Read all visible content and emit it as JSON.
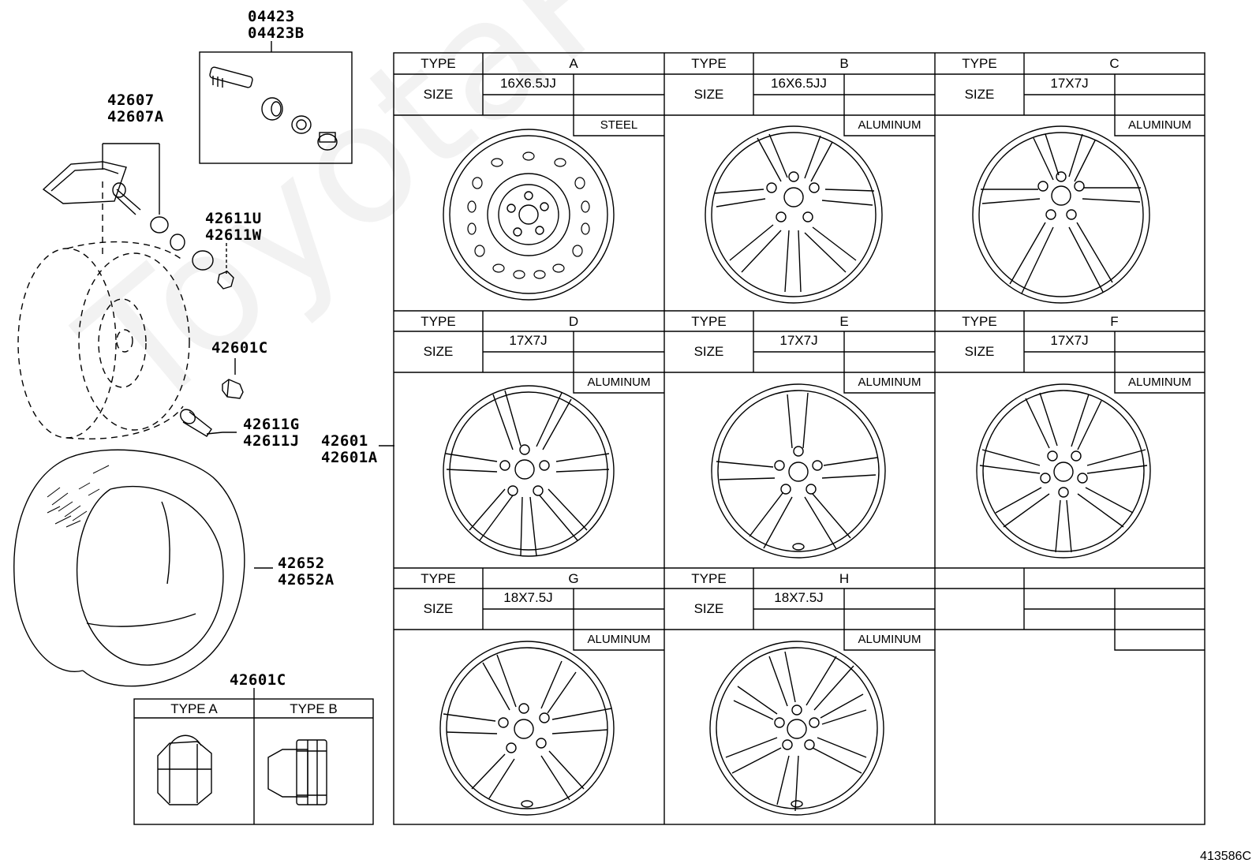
{
  "wheel_table": {
    "type_label": "TYPE",
    "size_label": "SIZE",
    "cells": [
      {
        "type": "A",
        "size": "16X6.5JJ",
        "material": "STEEL"
      },
      {
        "type": "B",
        "size": "16X6.5JJ",
        "material": "ALUMINUM"
      },
      {
        "type": "C",
        "size": "17X7J",
        "material": "ALUMINUM"
      },
      {
        "type": "D",
        "size": "17X7J",
        "material": "ALUMINUM"
      },
      {
        "type": "E",
        "size": "17X7J",
        "material": "ALUMINUM"
      },
      {
        "type": "F",
        "size": "17X7J",
        "material": "ALUMINUM"
      },
      {
        "type": "G",
        "size": "18X7.5J",
        "material": "ALUMINUM"
      },
      {
        "type": "H",
        "size": "18X7.5J",
        "material": "ALUMINUM"
      }
    ]
  },
  "parts": {
    "valve_kit": [
      "04423",
      "04423B"
    ],
    "pressure_sensor": [
      "42607",
      "42607A"
    ],
    "sensor_nut": [
      "42611U",
      "42611W"
    ],
    "hub_nut": "42601C",
    "valve_stem": [
      "42611G",
      "42611J"
    ],
    "wheel": [
      "42601",
      "42601A"
    ],
    "tire": [
      "42652",
      "42652A"
    ],
    "nut_table_title": "42601C"
  },
  "nut_table": {
    "type_a": "TYPE A",
    "type_b": "TYPE B"
  },
  "watermark": "ToyotaPartsNet",
  "reference": "413586C"
}
